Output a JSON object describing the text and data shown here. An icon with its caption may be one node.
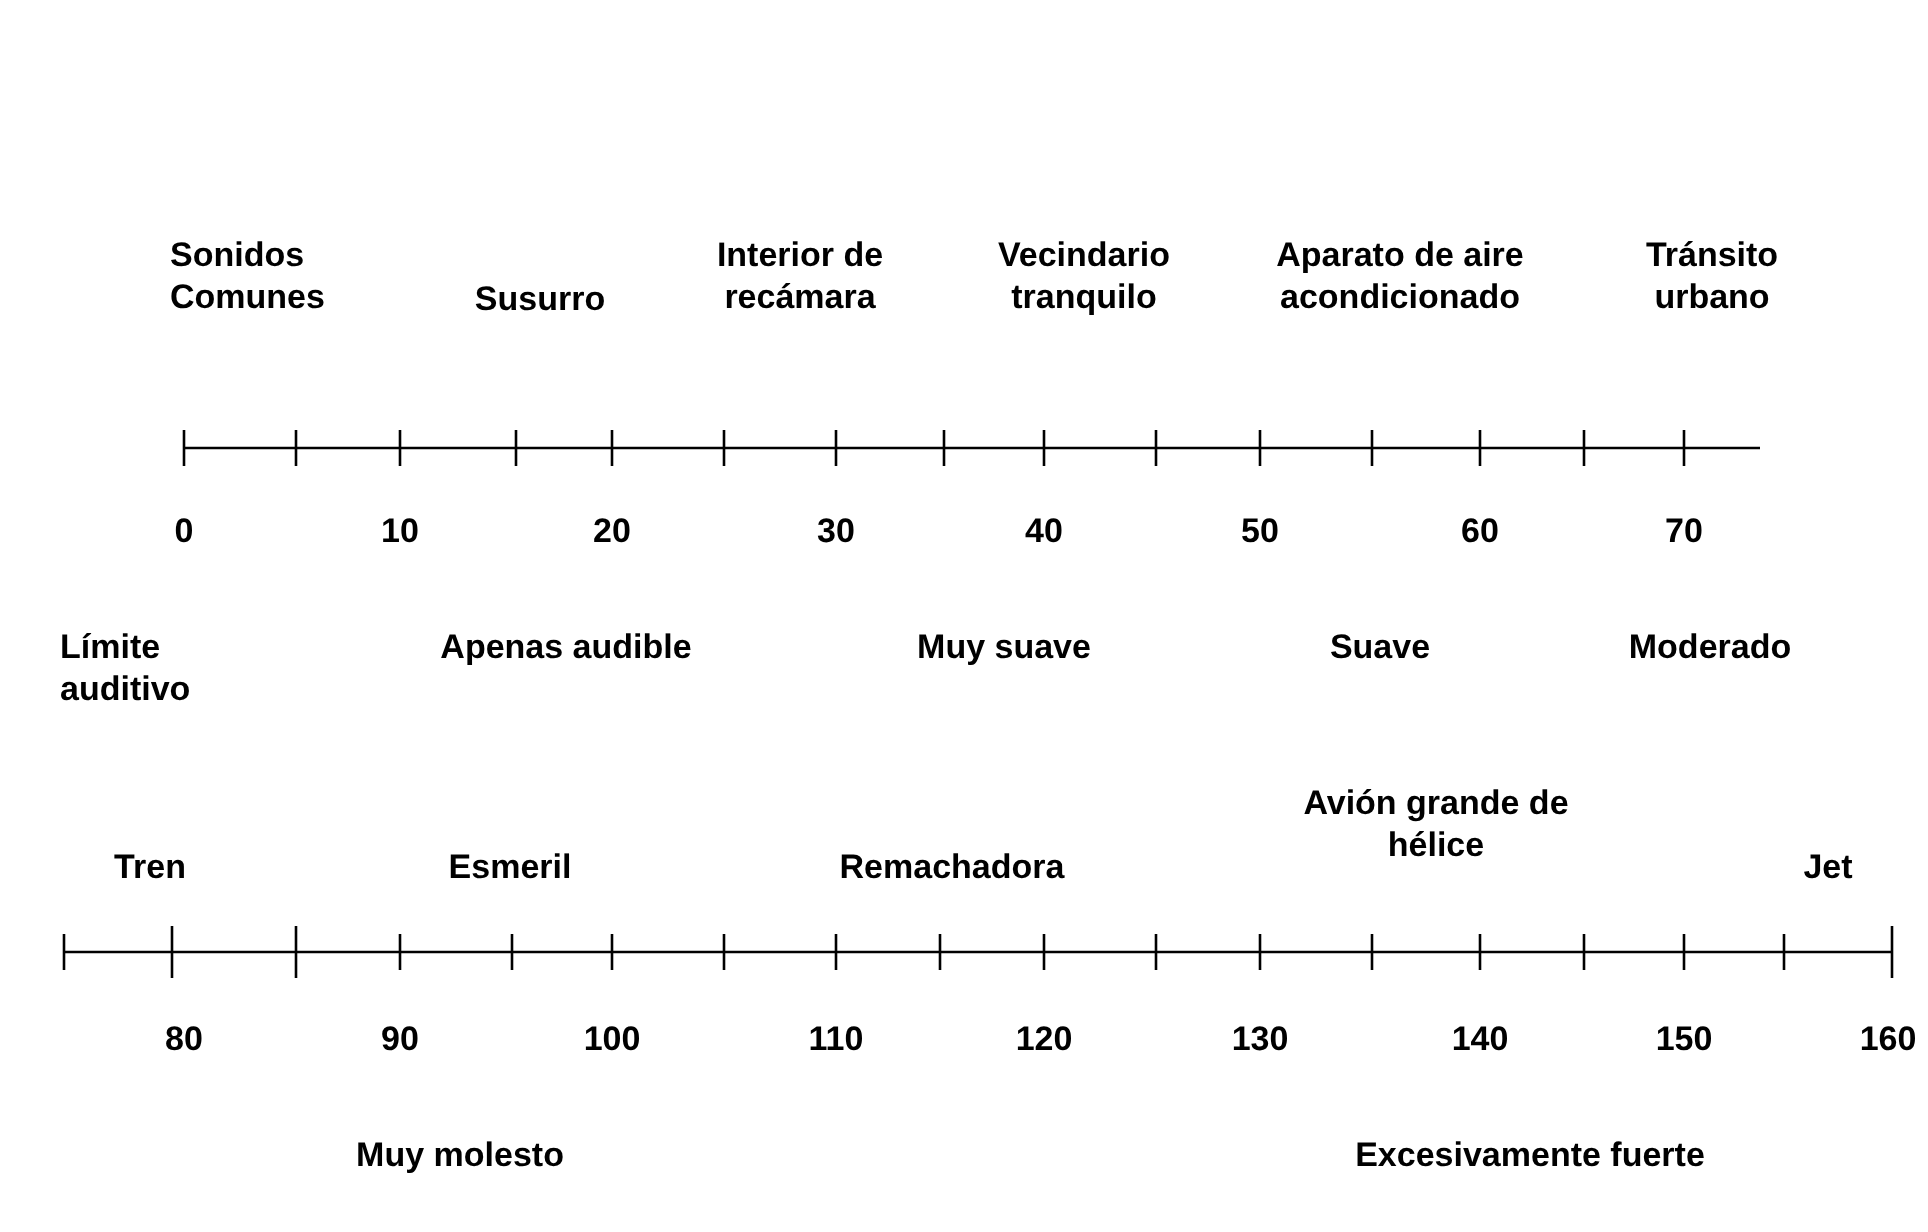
{
  "diagram": {
    "labels": [
      "Sonidos Comunes",
      "Susurro",
      "Interior de recámara",
      "Vecindario tranquilo",
      "Aparato de aire acondicionado",
      "Tránsito urbano",
      "0",
      "10",
      "20",
      "30",
      "40",
      "50",
      "60",
      "70",
      "Límite auditivo",
      "Apenas audible",
      "Muy suave",
      "Suave",
      "Moderado",
      "Avión grande de hélice",
      "Tren",
      "Esmeril",
      "Remachadora",
      "Jet",
      "80",
      "90",
      "100",
      "110",
      "120",
      "130",
      "140",
      "150",
      "160",
      "Muy molesto",
      "Excesivamente fuerte"
    ]
  }
}
